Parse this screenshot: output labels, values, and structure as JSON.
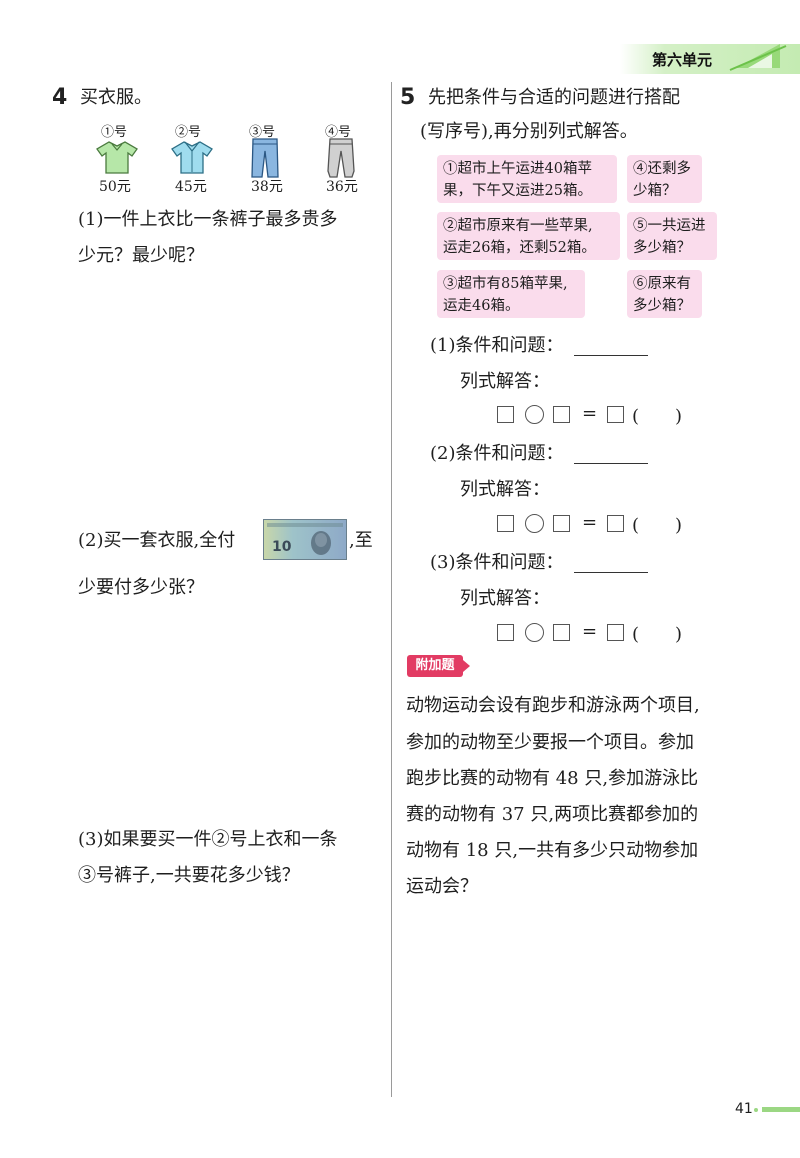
{
  "header": {
    "unit_title": "第六单元"
  },
  "q4": {
    "number": "4",
    "title": "买衣服。",
    "items": [
      {
        "label": "①号",
        "price": "50元",
        "icon": "shirt-icon",
        "color": "#b6e7a8"
      },
      {
        "label": "②号",
        "price": "45元",
        "icon": "shirt-icon",
        "color": "#9fdcee"
      },
      {
        "label": "③号",
        "price": "38元",
        "icon": "pants-icon",
        "color": "#8ab6e0"
      },
      {
        "label": "④号",
        "price": "36元",
        "icon": "pants-icon",
        "color": "#d0d0d0"
      }
    ],
    "sub1_line1": "(1)一件上衣比一条裤子最多贵多",
    "sub1_line2": "少元？最少呢？",
    "sub2_part1": "(2)买一套衣服,全付",
    "sub2_part2": ",至",
    "sub2_line2": "少要付多少张？",
    "banknote_value": "10",
    "sub3_line1": "(3)如果要买一件②号上衣和一条",
    "sub3_line2": "③号裤子,一共要花多少钱？"
  },
  "q5": {
    "number": "5",
    "title_line1": "先把条件与合适的问题进行搭配",
    "title_line2": "(写序号),再分别列式解答。",
    "boxes": [
      {
        "line1": "①超市上午运进40箱苹",
        "line2": "果，下午又运进25箱。"
      },
      {
        "line1": "④还剩多",
        "line2": "少箱？"
      },
      {
        "line1": "②超市原来有一些苹果,",
        "line2": "运走26箱，还剩52箱。"
      },
      {
        "line1": "⑤一共运进",
        "line2": "多少箱？"
      },
      {
        "line1": "③超市有85箱苹果,",
        "line2": "运走46箱。"
      },
      {
        "line1": "⑥原来有",
        "line2": "多少箱？"
      }
    ],
    "sub1": "(1)条件和问题：",
    "sub2": "(2)条件和问题：",
    "sub3": "(3)条件和问题：",
    "solve_label": "列式解答：",
    "equals": "=",
    "paren": "(　　)"
  },
  "extra": {
    "badge": "附加题",
    "lines": [
      "动物运动会设有跑步和游泳两个项目,",
      "参加的动物至少要报一个项目。参加",
      "跑步比赛的动物有 48 只,参加游泳比",
      "赛的动物有 37 只,两项比赛都参加的",
      "动物有 18 只,一共有多少只动物参加",
      "运动会？"
    ]
  },
  "footer": {
    "page_number": "41"
  }
}
